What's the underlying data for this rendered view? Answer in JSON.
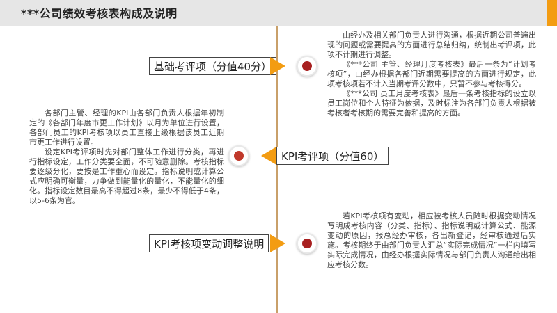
{
  "header": {
    "title": "***公司绩效考核表构成及说明"
  },
  "items": {
    "basic": {
      "label": "基础考评项（分值40分）"
    },
    "kpi": {
      "label": "KPI考评项（分值60）"
    },
    "adjust": {
      "label": "KPI考核项变动调整说明"
    }
  },
  "texts": {
    "basic_p1": "由经办及相关部门负责人进行沟通，根据近期公司普遍出现的问题或需要提高的方面进行总结归纳，统制出考评项，此项不计期进行调整。",
    "basic_p2": "《***公司 主管、经理月度考核表》最后一条为“计划考核项”，由经办根据各部门近期需要提高的方面进行规定，此项考核项若不计入当期考评分数中，只暂不参与考核得分。",
    "basic_p3": "《***公司 员工月度考核表》最后一条考核指标的设立以员工岗位和个人特征为依据，及时标注为各部门负责人根据被考核者考核期的需要完善和提高的方面。",
    "kpi_p1": "各部门主管、经理的KPI由各部门负责人根据年初制定的《各部门年度市更工作计划》以月为单位进行设置，各部门员工的KPI考核项以员工直接上级根据该员工近期市更工作进行设置。",
    "kpi_p2": "设定KPI考评项时先对部门整体工作进行分类，再进行指标设定，工作分类要全面，不可随意删除。考核指标要逐级分化，要按是工作重心而设定。指标说明或计算公式应明确可衡量，力争做到能量化的量化，不能量化的细化。指标设定数目最高不得超过8条，最少不得低于4条，以5-6条为官。",
    "adjust_p1": "若KPI考核项有变动，相应被考核人员随时根据变动情况写明成考核内容（分类、指标）、指标说明或计算公式、能源变动的原因，报总经办审核，各出新登记，经审核通过后实施。考核期终于由部门负责人汇总“实际完成情况”一栏内填写实际完成情况，由经办根据实际情况与部门负责人沟通给出相应考核分数。"
  }
}
